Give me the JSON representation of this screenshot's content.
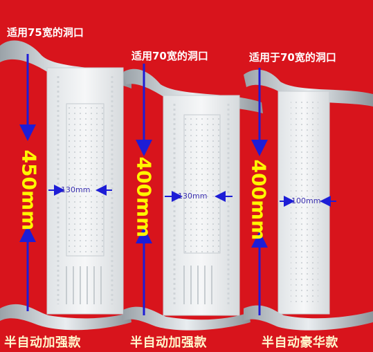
{
  "panels": [
    {
      "top_label": "适用75宽的洞口",
      "height_label": "450mm",
      "width_label": "130mm",
      "bottom_label": "半自动加强款"
    },
    {
      "top_label": "适用70宽的洞口",
      "height_label": "400mm",
      "width_label": "130mm",
      "bottom_label": "半自动加强款"
    },
    {
      "top_label": "适用于70宽的洞口",
      "height_label": "400mm",
      "width_label": "100mm",
      "bottom_label": "半自动豪华款"
    }
  ],
  "colors": {
    "background": "#d8141c",
    "arrow": "#1d1dd6",
    "height_text": "#fff600",
    "panel": "#eceff1"
  }
}
